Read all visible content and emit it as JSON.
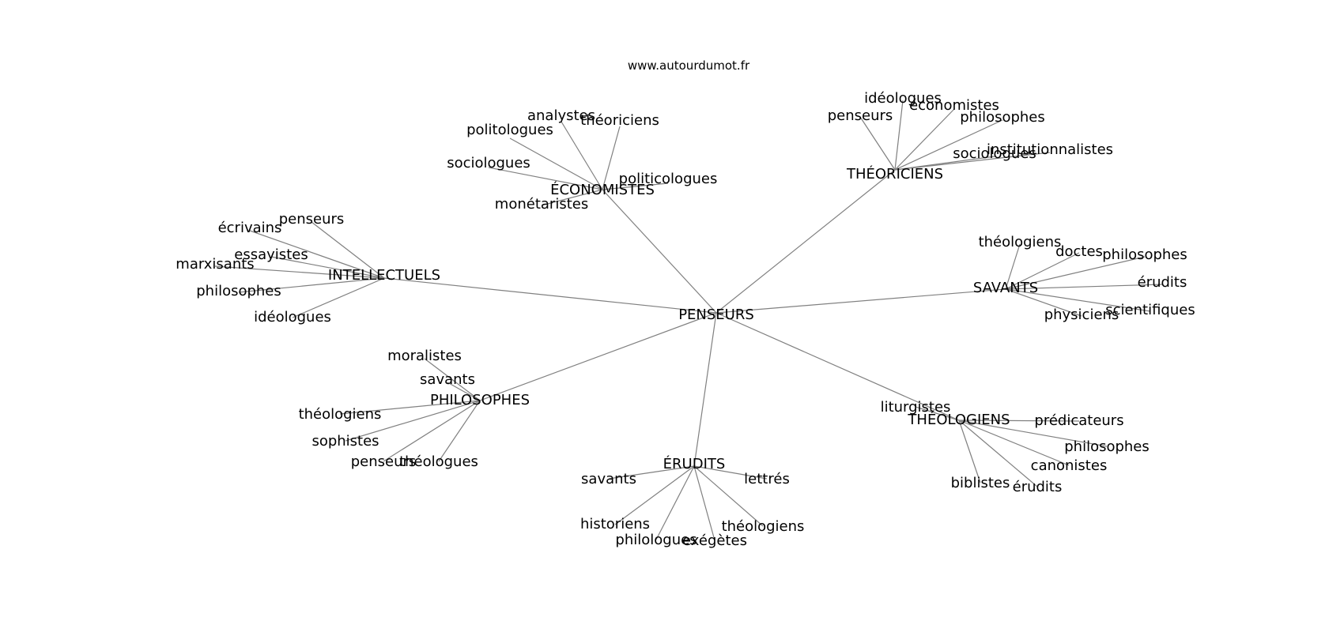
{
  "source": "www.autourdumot.fr",
  "center": "PENSEURS",
  "clusters": [
    {
      "key": "economistes",
      "label": "ÉCONOMISTES",
      "leaves": [
        "analystes",
        "théoriciens",
        "politologues",
        "sociologues",
        "politicologues",
        "monétaristes"
      ]
    },
    {
      "key": "theoriciens",
      "label": "THÉORICIENS",
      "leaves": [
        "idéologues",
        "économistes",
        "penseurs",
        "philosophes",
        "sociologues",
        "institutionnalistes"
      ]
    },
    {
      "key": "intellectuels",
      "label": "INTELLECTUELS",
      "leaves": [
        "penseurs",
        "écrivains",
        "essayistes",
        "marxisants",
        "philosophes",
        "idéologues"
      ]
    },
    {
      "key": "savants",
      "label": "SAVANTS",
      "leaves": [
        "théologiens",
        "doctes",
        "philosophes",
        "érudits",
        "scientifiques",
        "physiciens"
      ]
    },
    {
      "key": "philosophes",
      "label": "PHILOSOPHES",
      "leaves": [
        "moralistes",
        "savants",
        "théologiens",
        "sophistes",
        "penseurs",
        "théologues"
      ]
    },
    {
      "key": "theologiens",
      "label": "THÉOLOGIENS",
      "leaves": [
        "liturgistes",
        "prédicateurs",
        "philosophes",
        "canonistes",
        "biblistes",
        "érudits"
      ]
    },
    {
      "key": "erudits",
      "label": "ÉRUDITS",
      "leaves": [
        "savants",
        "lettrés",
        "historiens",
        "théologiens",
        "philologues",
        "exégètes"
      ]
    }
  ]
}
